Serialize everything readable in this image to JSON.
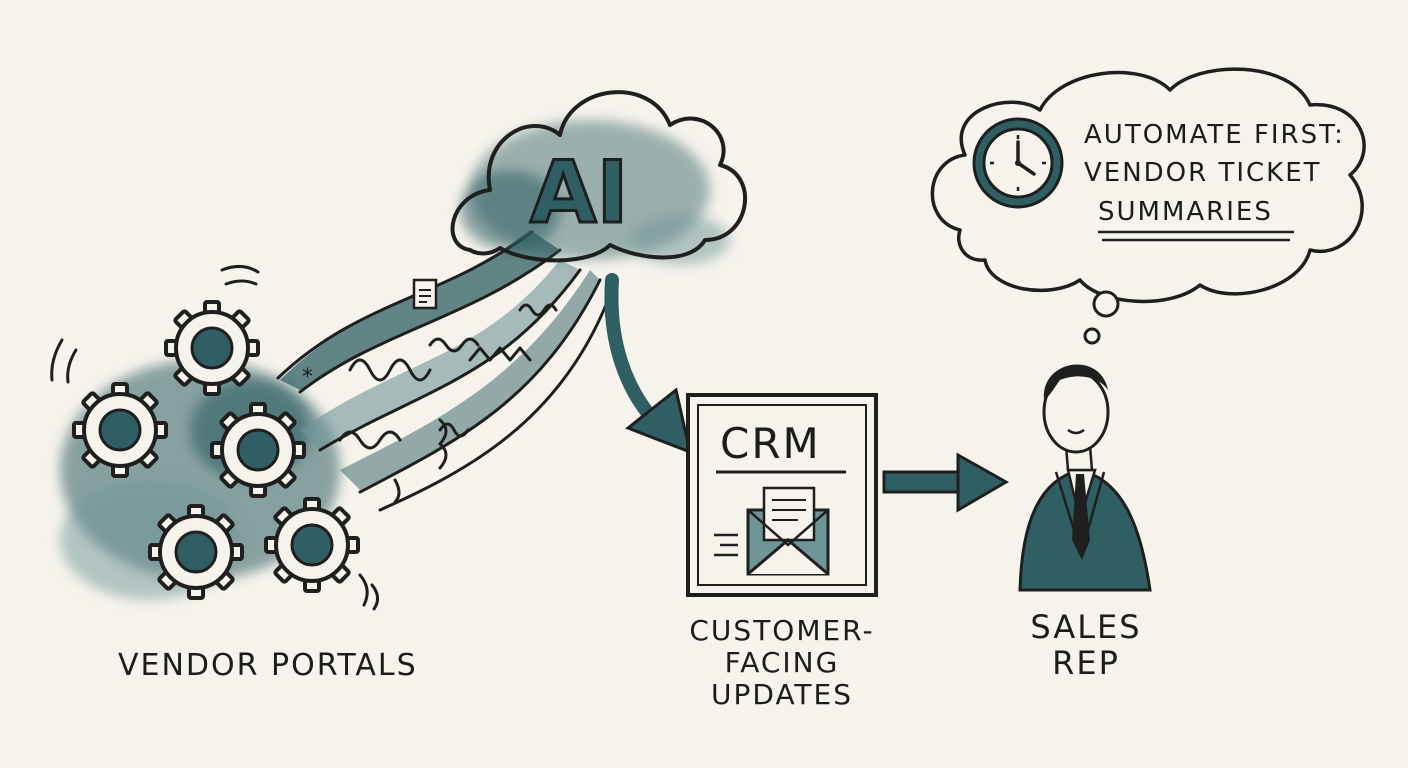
{
  "labels": {
    "vendor_portals": "VENDOR PORTALS",
    "ai": "AI",
    "crm": "CRM",
    "customer_line1": "CUSTOMER-",
    "customer_line2": "FACING",
    "customer_line3": "UPDATES",
    "sales_line1": "SALES",
    "sales_line2": "REP",
    "thought_line1": "AUTOMATE FIRST:",
    "thought_line2": "VENDOR TICKET",
    "thought_line3": "SUMMARIES"
  },
  "icons": {
    "gears": "gear-icon",
    "cloud": "cloud-icon",
    "document": "document-icon",
    "envelope": "envelope-icon",
    "clock": "clock-icon",
    "person": "person-icon",
    "arrow": "arrow-icon"
  },
  "colors": {
    "background": "#f6f3ec",
    "ink": "#1f1f1f",
    "teal": "#2f5f63",
    "teal_light": "#6f9597"
  }
}
